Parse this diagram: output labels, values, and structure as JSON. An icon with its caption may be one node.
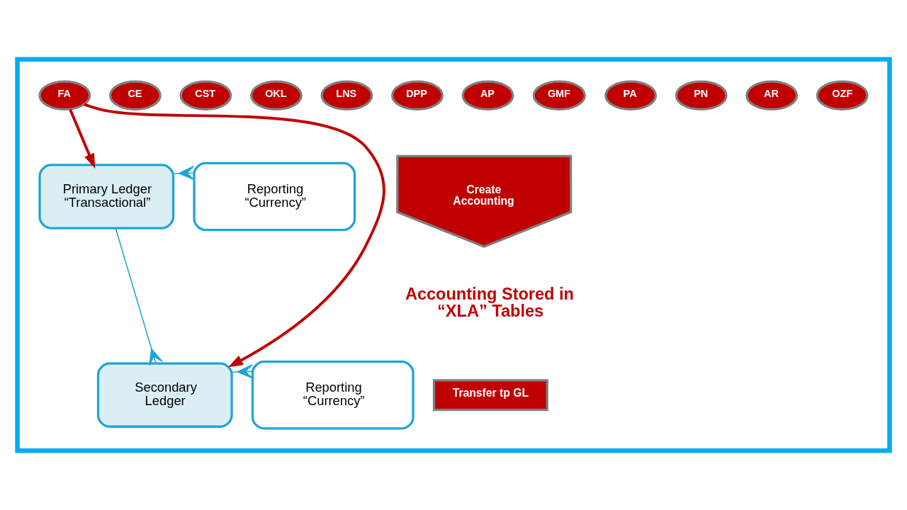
{
  "diagram": {
    "nodes": [
      {
        "text": [],
        "shape": "box"
      },
      {
        "text": [
          "FA"
        ],
        "in": 0
      },
      {
        "text": [
          "CE"
        ],
        "in": 0
      },
      {
        "text": [
          "CST"
        ],
        "in": 0
      },
      {
        "text": [
          "OKL"
        ],
        "in": 0
      },
      {
        "text": [
          "LNS"
        ],
        "in": 0
      },
      {
        "text": [
          "DPP"
        ],
        "in": 0
      },
      {
        "text": [
          "AP"
        ],
        "in": 0
      },
      {
        "text": [
          "GMF"
        ],
        "in": 0
      },
      {
        "text": [
          "PA"
        ],
        "in": 0
      },
      {
        "text": [
          "PN"
        ],
        "in": 0
      },
      {
        "text": [
          "AR"
        ],
        "in": 0
      },
      {
        "text": [
          "OZF"
        ],
        "in": 0
      },
      {
        "text": [
          "Primary Ledger “Transactional”"
        ],
        "in": 0
      },
      {
        "text": [
          "Reporting “Currency”"
        ],
        "in": 0
      },
      {
        "text": [
          "Create Accounting"
        ],
        "in": 0
      },
      {
        "text": [
          "Secondary Ledger"
        ],
        "in": 0
      },
      {
        "text": [
          "Reporting “Currency”"
        ],
        "in": 0
      },
      {
        "text": [
          "Transfer tp GL"
        ],
        "in": 0
      }
    ],
    "edges": [
      {
        "from": 1,
        "to": 13,
        "arrow": "to",
        "style": "thick",
        "color": "#c00000"
      },
      {
        "from": 1,
        "to": 16,
        "arrow": "to",
        "style": "thick",
        "color": "#c00000"
      },
      {
        "from": 13,
        "to": 14,
        "arrow": "other"
      },
      {
        "from": 13,
        "to": 16,
        "arrow": "other"
      },
      {
        "from": 16,
        "to": 17,
        "arrow": "other"
      }
    ],
    "labels": [
      "Accounting Stored in “XLA” Tables"
    ]
  }
}
